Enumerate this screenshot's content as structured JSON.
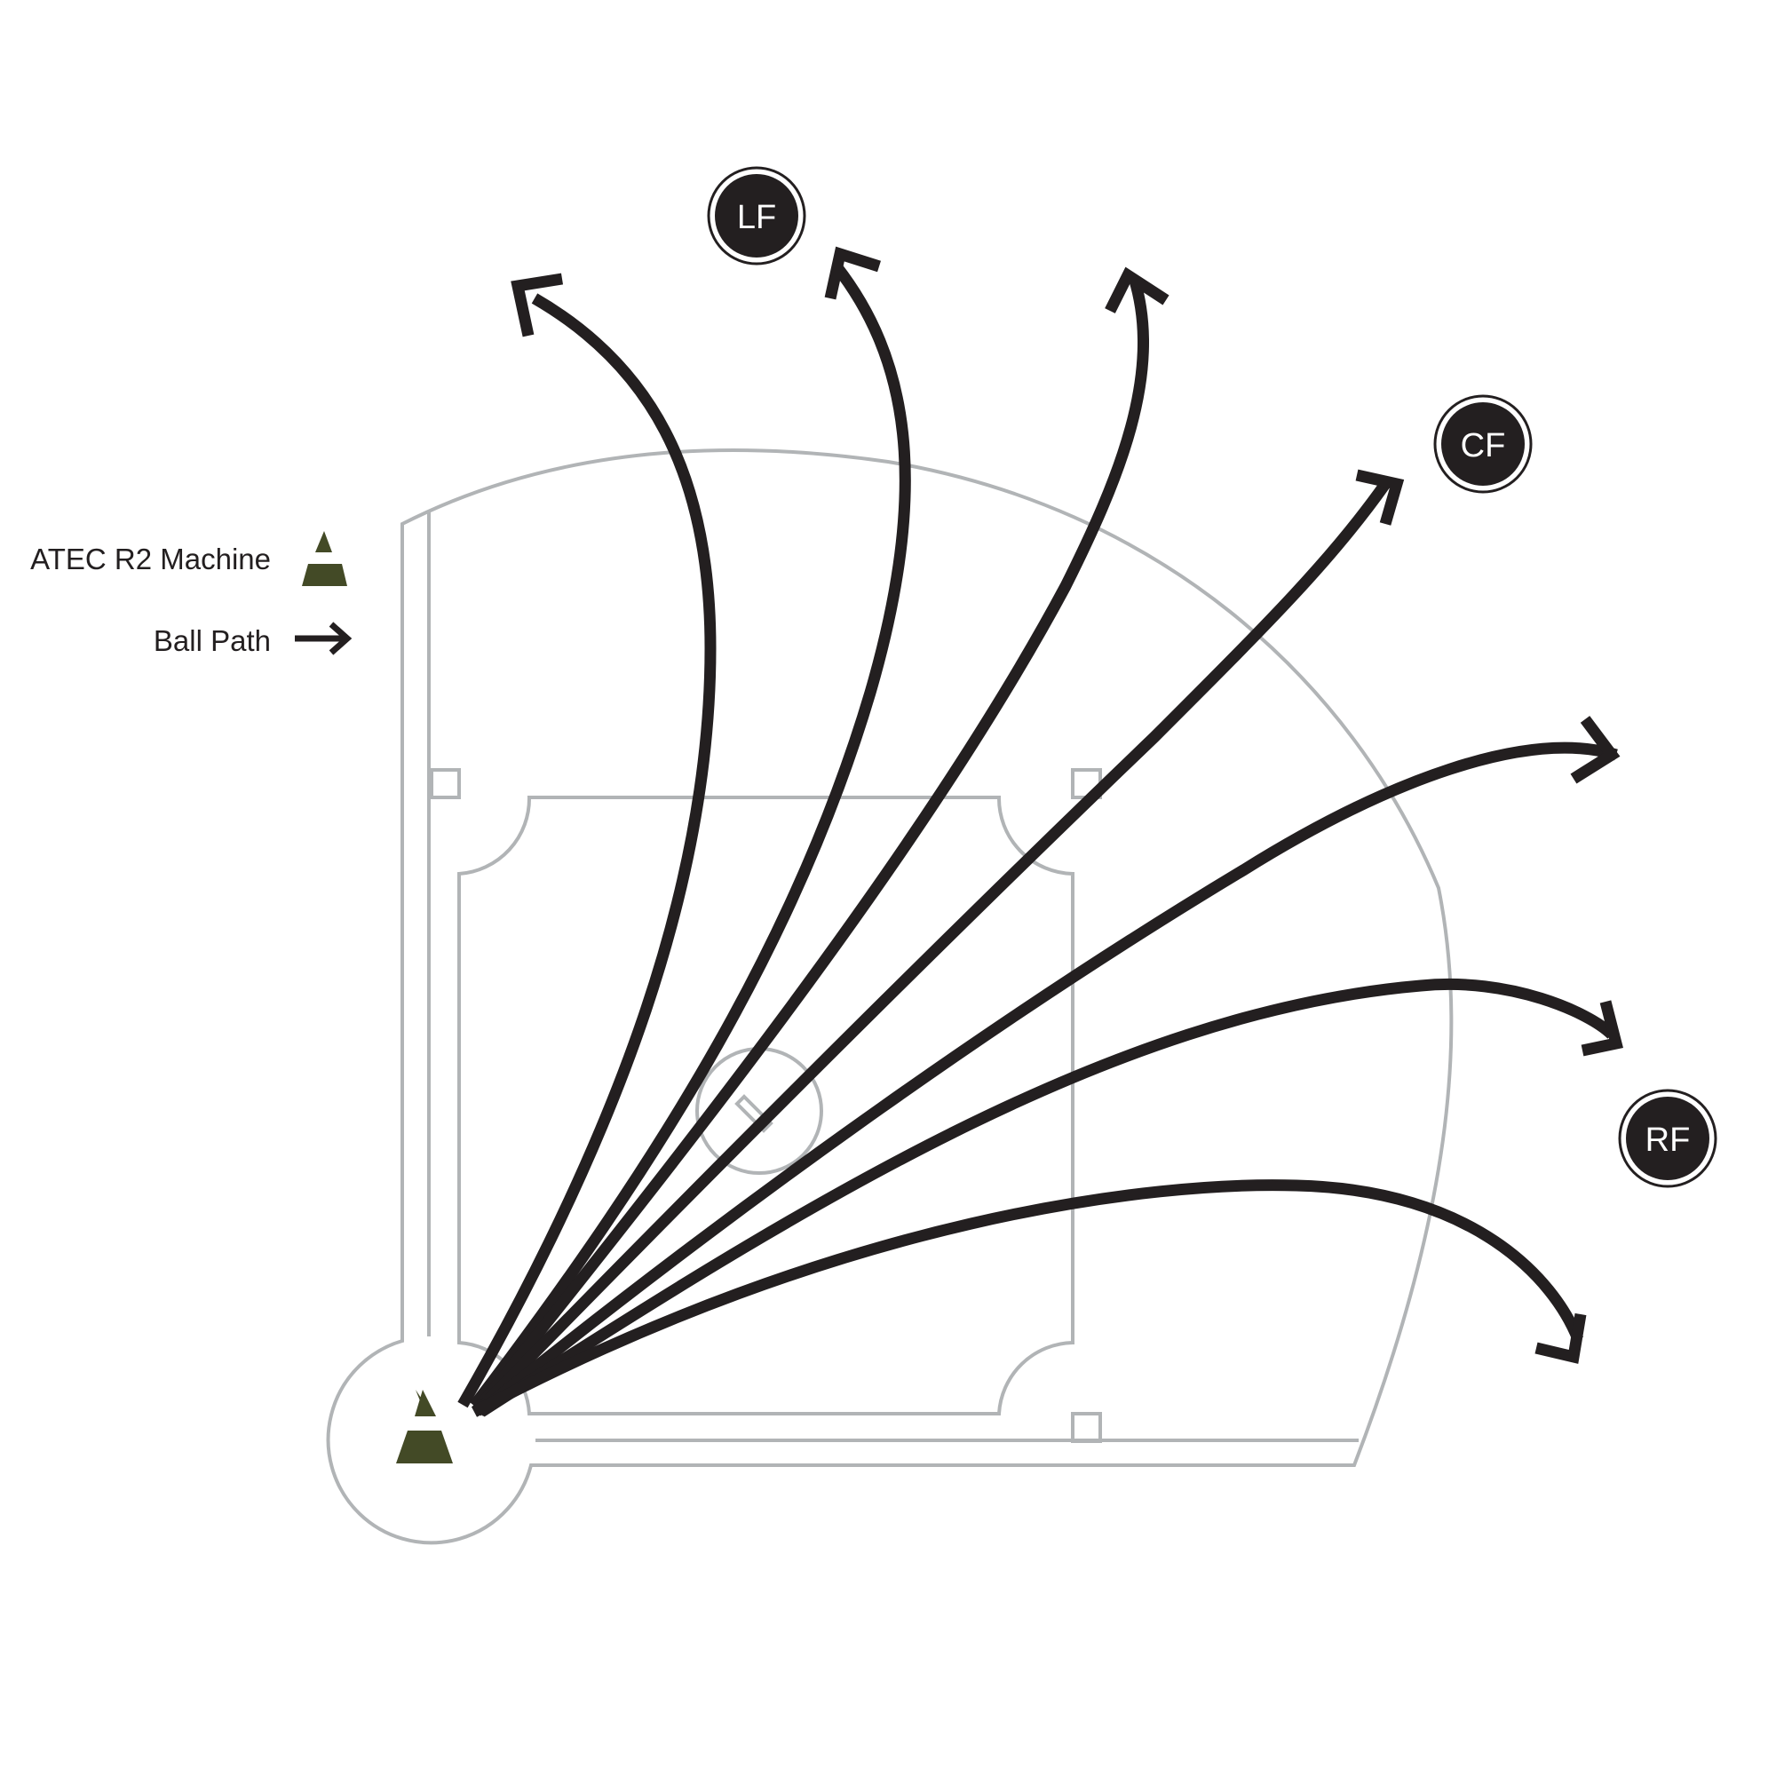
{
  "legend": {
    "machine_label": "ATEC R2 Machine",
    "ball_path_label": "Ball Path"
  },
  "positions": {
    "left_field": "LF",
    "center_field": "CF",
    "right_field": "RF"
  },
  "colors": {
    "machine": "#434a26",
    "ball_path": "#231f20",
    "field_lines": "#b1b4b6",
    "position_marker": "#231f20"
  },
  "icons": {
    "machine": "triangle-cone-icon",
    "ball_path": "arrow-right-icon"
  },
  "ball_path_count": 7
}
